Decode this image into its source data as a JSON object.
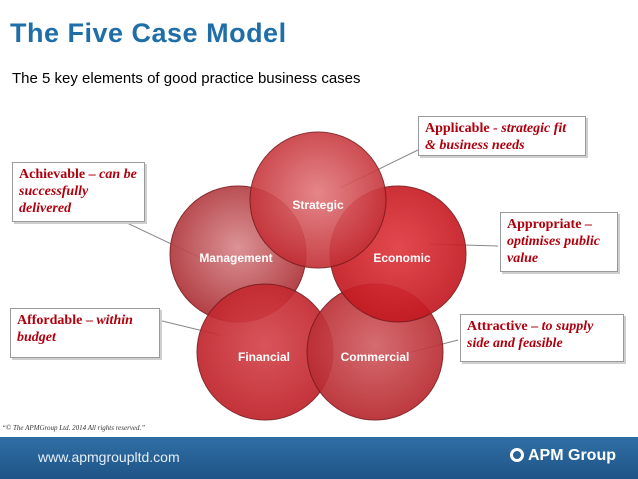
{
  "title": "The Five Case Model",
  "subtitle": "The 5 key elements of good practice business cases",
  "cases": [
    {
      "label": "Strategic"
    },
    {
      "label": "Economic"
    },
    {
      "label": "Commercial"
    },
    {
      "label": "Financial"
    },
    {
      "label": "Management"
    }
  ],
  "callouts": {
    "applicable": {
      "lead": "Applicable ",
      "rest": " - strategic fit & business needs"
    },
    "appropriate": {
      "lead": "Appropriate – ",
      "rest": "optimises public value"
    },
    "attractive": {
      "lead": "Attractive – ",
      "rest": "to supply side and feasible"
    },
    "affordable": {
      "lead": "Affordable – ",
      "rest": "within budget"
    },
    "achievable": {
      "lead": "Achievable – ",
      "rest": "can be successfully delivered"
    }
  },
  "copyright": "“© The APMGroup Ltd. 2014 All rights reserved.”",
  "footer": {
    "url": "www.apmgroupltd.com",
    "logo": "APM Group"
  },
  "colors": {
    "title": "#1f6ea8",
    "callout_text": "#b0000e",
    "circle": "#c0272d",
    "footer": "#2a6399"
  }
}
